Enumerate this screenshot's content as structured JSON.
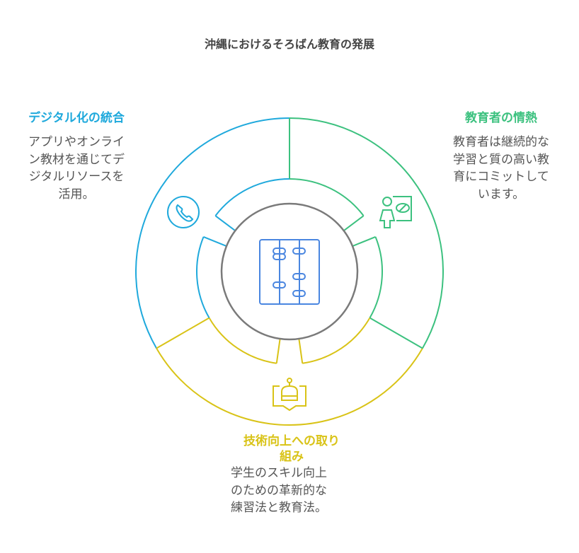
{
  "title": "沖縄におけるそろばん教育の発展",
  "colors": {
    "digital": "#1fa9dc",
    "teacher": "#3cc17f",
    "tech": "#d9c317",
    "center": "#4a86e0",
    "core": "#7a7a7a"
  },
  "sections": {
    "digital": {
      "heading": "デジタル化の統合",
      "lines": [
        "アプリやオンライ",
        "ン教材を通じてデ",
        "ジタルリソースを",
        "活用。"
      ],
      "icon": "phone-icon"
    },
    "teacher": {
      "heading": "教育者の情熱",
      "lines": [
        "教育者は継続的な",
        "学習と質の高い教",
        "育にコミットして",
        "います。"
      ],
      "icon": "teacher-icon"
    },
    "tech": {
      "heading_lines": [
        "技術向上への取り",
        "組み"
      ],
      "lines": [
        "学生のスキル向上",
        "のための革新的な",
        "練習法と教育法。"
      ],
      "icon": "robot-book-icon"
    }
  },
  "center_icon": "abacus-icon"
}
